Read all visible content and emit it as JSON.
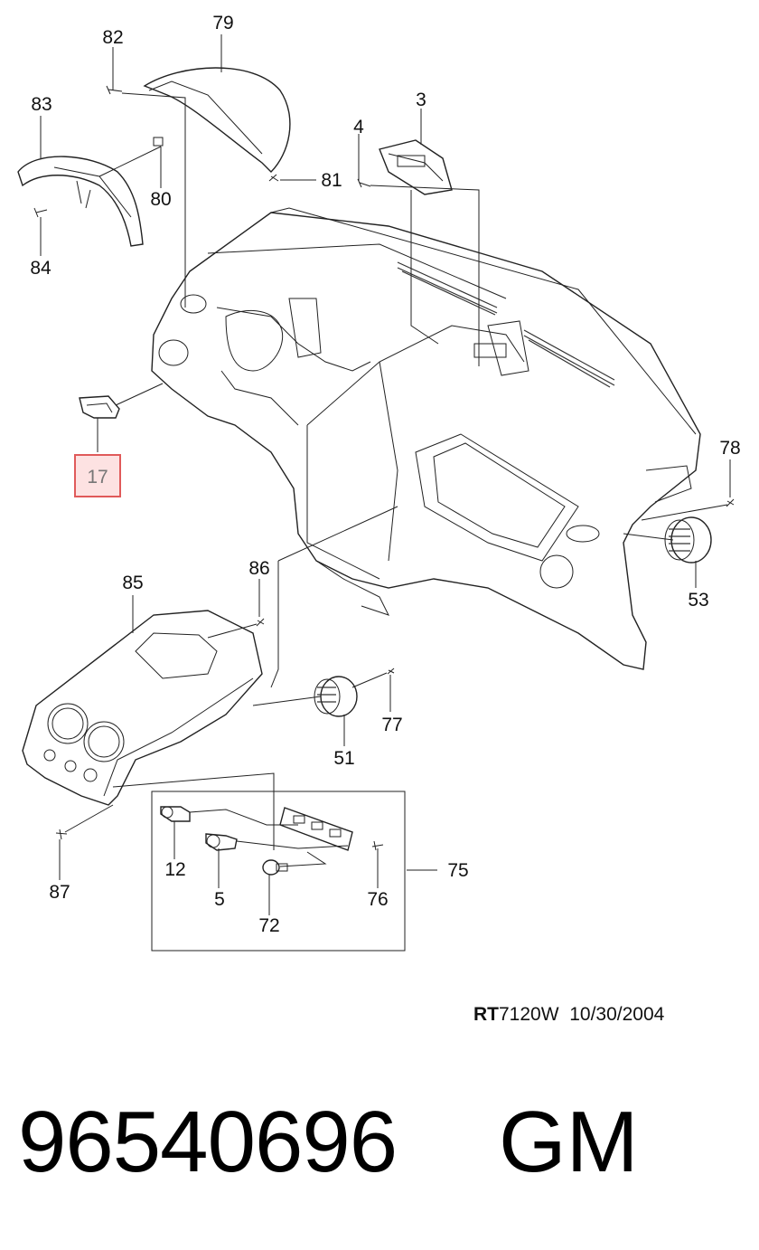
{
  "diagram": {
    "callouts": [
      {
        "key": "c79",
        "label": "79"
      },
      {
        "key": "c82",
        "label": "82"
      },
      {
        "key": "c83",
        "label": "83"
      },
      {
        "key": "c3",
        "label": "3"
      },
      {
        "key": "c4",
        "label": "4"
      },
      {
        "key": "c81",
        "label": "81"
      },
      {
        "key": "c80",
        "label": "80"
      },
      {
        "key": "c84",
        "label": "84"
      },
      {
        "key": "c17",
        "label": "17"
      },
      {
        "key": "c78",
        "label": "78"
      },
      {
        "key": "c86",
        "label": "86"
      },
      {
        "key": "c85",
        "label": "85"
      },
      {
        "key": "c53",
        "label": "53"
      },
      {
        "key": "c77",
        "label": "77"
      },
      {
        "key": "c51",
        "label": "51"
      },
      {
        "key": "c75",
        "label": "75"
      },
      {
        "key": "c12",
        "label": "12"
      },
      {
        "key": "c5",
        "label": "5"
      },
      {
        "key": "c76",
        "label": "76"
      },
      {
        "key": "c72",
        "label": "72"
      },
      {
        "key": "c87",
        "label": "87"
      }
    ],
    "highlighted_callout": "17",
    "highlight_color": "#e05a5a",
    "highlight_fill": "#fde2e2"
  },
  "reference": {
    "code_prefix": "RT",
    "code_suffix": "7120W",
    "date": "10/30/2004"
  },
  "footer": {
    "part_number": "96540696",
    "brand": "GM"
  }
}
